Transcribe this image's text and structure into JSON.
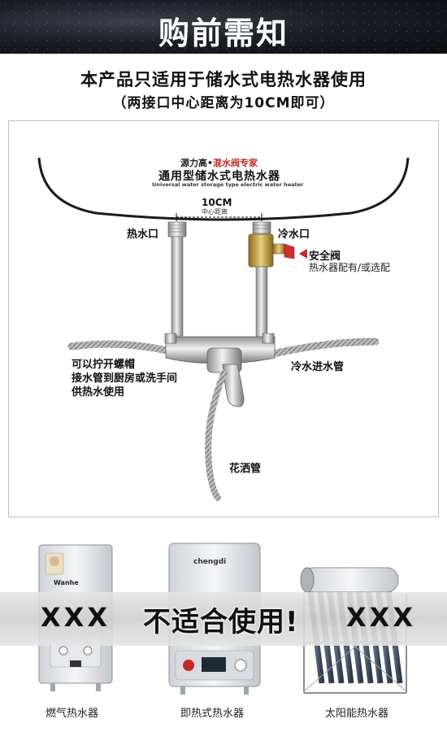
{
  "banner": {
    "title": "购前需知"
  },
  "headline": "本产品只适用于储水式电热水器使用",
  "subline": "（两接口中心距离为10CM即可）",
  "diagram": {
    "brand": "源力高",
    "brand_slogan": "混水阀专家",
    "product": "通用型储水式电热水器",
    "product_en": "Universal water storage type electric water heater",
    "distance": "10CM",
    "distance_sub": "中心距离",
    "hot_outlet": "热水口",
    "cold_outlet": "冷水口",
    "safety_valve": "安全阀",
    "safety_valve_note": "热水器配有/或选配",
    "hot_note": [
      "可以拧开螺帽",
      "接水管到厨房或洗手间",
      "供热水使用"
    ],
    "cold_inlet": "冷水进水管",
    "shower_hose": "花洒管"
  },
  "heaters": {
    "not_suitable": "不适合使用!",
    "mark": "XXX",
    "gas_brand": "Wanhe",
    "instant_brand": "chengdi",
    "items": [
      "燃气热水器",
      "即热式热水器",
      "太阳能热水器"
    ]
  },
  "colors": {
    "pipe": "#b9b9b9",
    "valve_red": "#d32f2f",
    "brass": "#c9a54a"
  }
}
